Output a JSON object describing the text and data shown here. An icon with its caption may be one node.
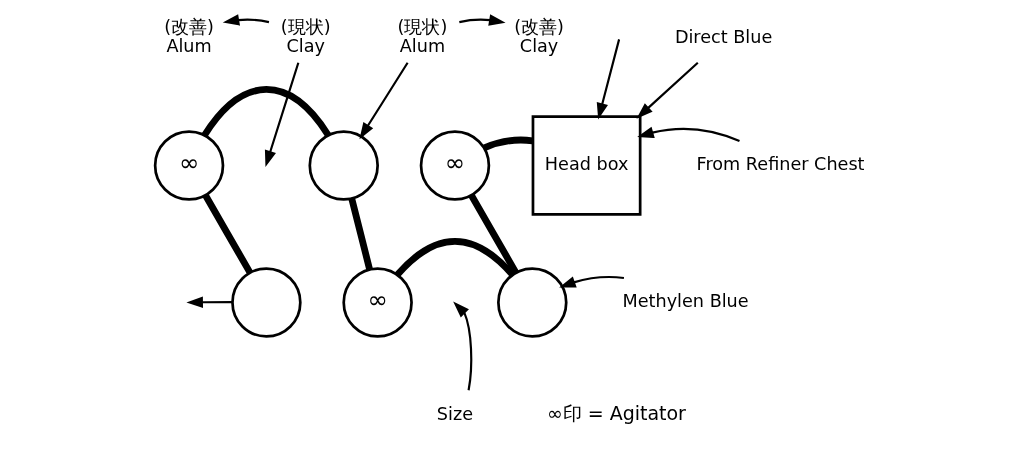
{
  "diagram": {
    "nodes": [
      {
        "text": [
          "(改善)",
          "Alum"
        ]
      },
      {
        "text": [
          "(現状)",
          "Clay"
        ]
      },
      {
        "text": [
          "(現状)",
          "Alum"
        ]
      },
      {
        "text": [
          "(改善)",
          "Clay"
        ]
      },
      {
        "text": [
          "Direct Blue"
        ]
      },
      {
        "text": [
          "∞"
        ]
      },
      {
        "text": [],
        "shape": "circle"
      },
      {
        "text": [
          "∞"
        ]
      },
      {
        "text": [
          "Head box"
        ]
      },
      {
        "text": [
          "From Refiner Chest"
        ]
      },
      {
        "text": [],
        "shape": "circle"
      },
      {
        "text": [
          "∞"
        ]
      },
      {
        "text": [],
        "shape": "circle"
      },
      {
        "text": [
          "Methylen Blue"
        ]
      },
      {
        "text": [
          "Size"
        ]
      }
    ],
    "edges": [
      {
        "from": 1,
        "to": 0,
        "arrow": "to"
      },
      {
        "from": 1,
        "to": null,
        "arrow": "to"
      },
      {
        "from": 2,
        "to": 6,
        "arrow": "to"
      },
      {
        "from": 2,
        "to": 3,
        "arrow": "to"
      },
      {
        "from": null,
        "to": 8,
        "arrow": "to"
      },
      {
        "from": 4,
        "to": 8,
        "arrow": "to"
      },
      {
        "from": 9,
        "to": 8,
        "arrow": "to"
      },
      {
        "from": 8,
        "to": 7,
        "arrow": "none",
        "style": "thick"
      },
      {
        "from": 7,
        "to": 12,
        "arrow": "none",
        "style": "thick"
      },
      {
        "from": 12,
        "to": 11,
        "arrow": "none",
        "style": "thick"
      },
      {
        "from": 11,
        "to": 6,
        "arrow": "none",
        "style": "thick"
      },
      {
        "from": 6,
        "to": 5,
        "arrow": "none",
        "style": "thick"
      },
      {
        "from": 5,
        "to": 10,
        "arrow": "none",
        "style": "thick"
      },
      {
        "from": 10,
        "to": null,
        "arrow": "to"
      },
      {
        "from": 14,
        "to": null,
        "arrow": "to"
      },
      {
        "from": 13,
        "to": 12,
        "arrow": "to"
      }
    ],
    "labels": [
      "∞印 = Agitator"
    ]
  }
}
